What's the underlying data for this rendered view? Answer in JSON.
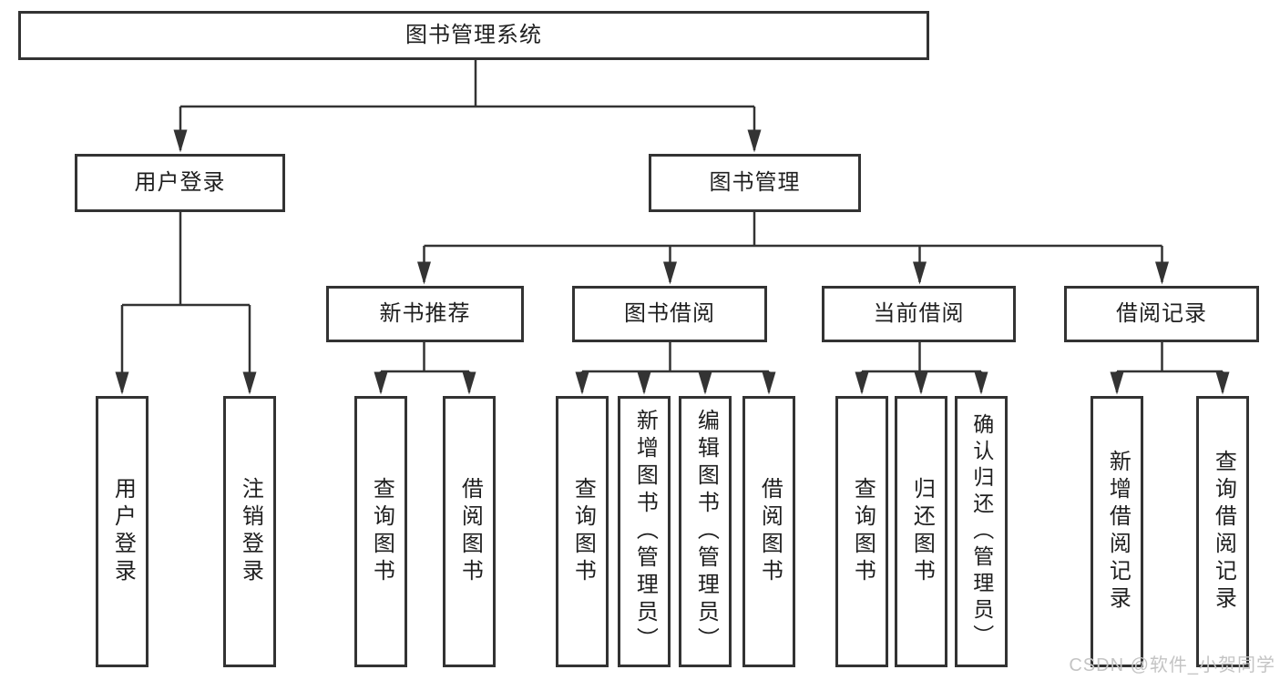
{
  "diagram": {
    "root": {
      "label": "图书管理系统"
    },
    "branches": [
      {
        "label": "用户登录",
        "children": [
          {
            "label": "用户登录"
          },
          {
            "label": "注销登录"
          }
        ]
      },
      {
        "label": "图书管理",
        "children": [
          {
            "label": "新书推荐",
            "children": [
              {
                "label": "查询图书"
              },
              {
                "label": "借阅图书"
              }
            ]
          },
          {
            "label": "图书借阅",
            "children": [
              {
                "label": "查询图书"
              },
              {
                "label": "新增图书（管理员）"
              },
              {
                "label": "编辑图书（管理员）"
              },
              {
                "label": "借阅图书"
              }
            ]
          },
          {
            "label": "当前借阅",
            "children": [
              {
                "label": "查询图书"
              },
              {
                "label": "归还图书"
              },
              {
                "label": "确认归还（管理员）"
              }
            ]
          },
          {
            "label": "借阅记录",
            "children": [
              {
                "label": "新增借阅记录"
              },
              {
                "label": "查询借阅记录"
              }
            ]
          }
        ]
      }
    ],
    "watermark": "CSDN @软件_小贺同学",
    "colors": {
      "line": "#333333",
      "box_border": "#333333",
      "box_fill": "#ffffff",
      "text": "#1f1f1f",
      "watermark": "#c4c4c4"
    }
  }
}
